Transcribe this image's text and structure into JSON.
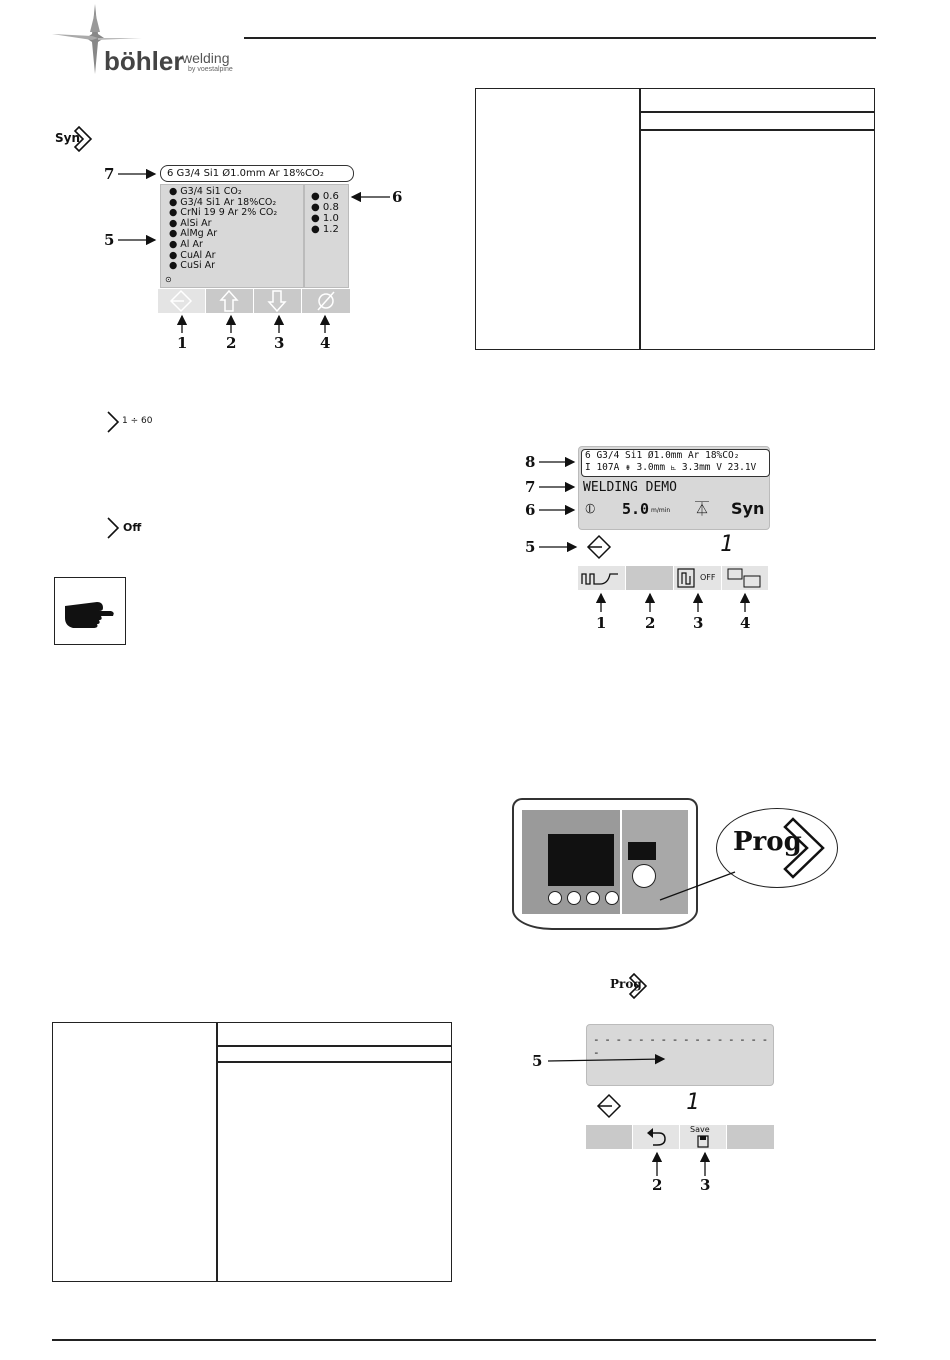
{
  "brand": {
    "name": "böhler",
    "suffix": "welding",
    "tagline": "by voestalpine"
  },
  "icons": {
    "syn": "Syn",
    "range": "1 ÷ 60",
    "off": "Off",
    "prog": "Prog",
    "save": "Save"
  },
  "figure1": {
    "header": "6 G3/4 Si1  Ø1.0mm  Ar 18%CO₂",
    "materials": [
      "G3/4 Si1  CO₂",
      "G3/4 Si1  Ar 18%CO₂",
      "CrNi 19 9 Ar 2% CO₂",
      "AlSi  Ar",
      "AlMg  Ar",
      "Al  Ar",
      "CuAl  Ar",
      "CuSi  Ar"
    ],
    "diameters": [
      "0.6",
      "0.8",
      "1.0",
      "1.2"
    ],
    "callouts": [
      "1",
      "2",
      "3",
      "4",
      "5",
      "6",
      "7"
    ]
  },
  "figure2": {
    "line1": "6 G3/4 Si1  Ø1.0mm  Ar 18%CO₂",
    "line2": "I 107A  ⇟ 3.0mm  ⦜ 3.3mm  V 23.1V",
    "title": "WELDING DEMO",
    "speed": "5.0",
    "speed_unit": "m/min",
    "syn": "Syn",
    "prog_number": "1",
    "tab3_off": "OFF",
    "callouts": [
      "1",
      "2",
      "3",
      "4",
      "5",
      "6",
      "7",
      "8"
    ]
  },
  "figure3": {
    "prog_label": "Prog"
  },
  "figure4": {
    "dashes": "- - - - - - - - - - - - - - - - -",
    "prog_number": "1",
    "save_label": "Save",
    "callouts": [
      "2",
      "3",
      "5"
    ]
  }
}
